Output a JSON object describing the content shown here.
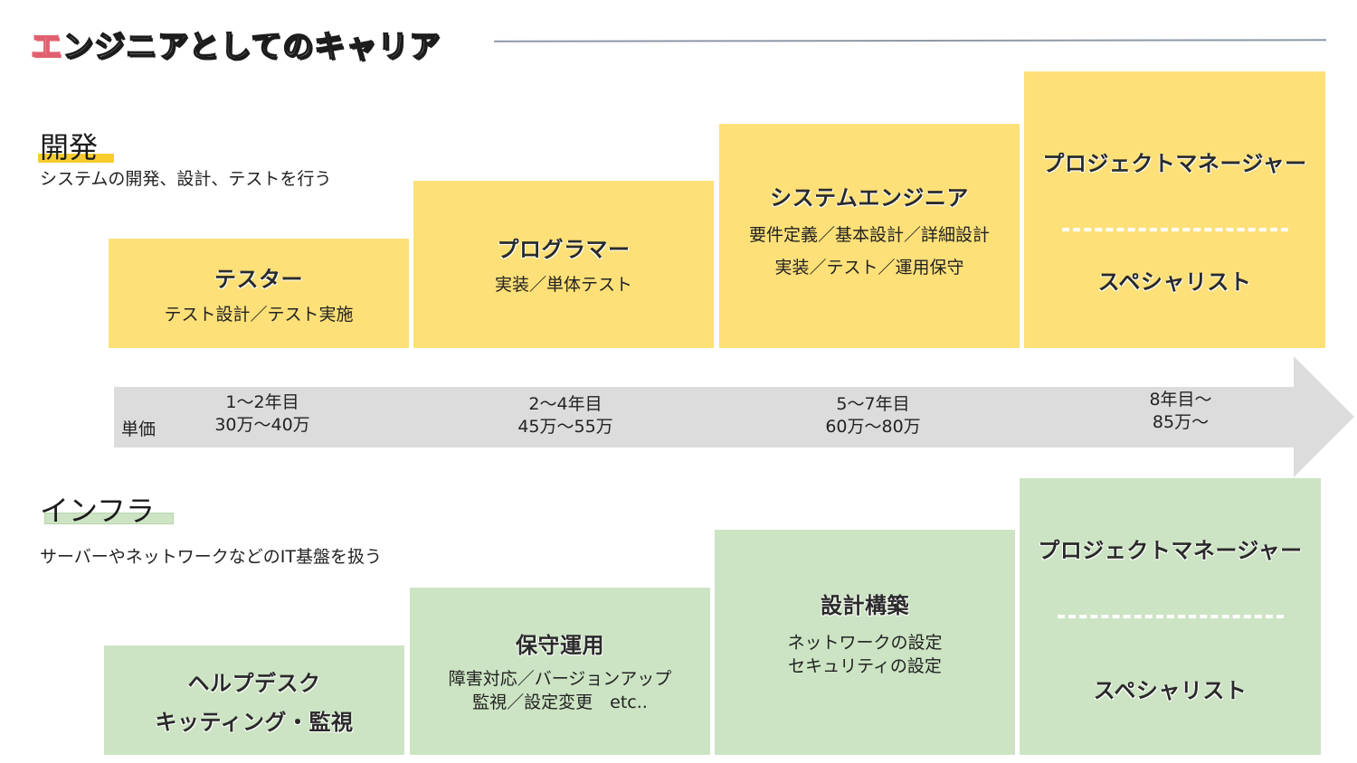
{
  "title": {
    "first_char": "エ",
    "rest": "ンジニアとしてのキャリア"
  },
  "colors": {
    "dev_box": "#fde078",
    "infra_box": "#cce4c3",
    "timeline_arrow": "#dcdcdc",
    "title_accent": "#e06070"
  },
  "dev": {
    "heading": "開発",
    "description": "システムの開発、設計、テストを行う",
    "stages": [
      {
        "role": "テスター",
        "tasks": [
          "テスト設計／テスト実施"
        ]
      },
      {
        "role": "プログラマー",
        "tasks": [
          "実装／単体テスト"
        ]
      },
      {
        "role": "システムエンジニア",
        "tasks": [
          "要件定義／基本設計／詳細設計",
          "実装／テスト／運用保守"
        ]
      },
      {
        "role_top": "プロジェクトマネージャー",
        "role_bottom": "スペシャリスト"
      }
    ]
  },
  "timeline": {
    "price_label": "単価",
    "steps": [
      {
        "years": "1～2年目",
        "price": "30万～40万"
      },
      {
        "years": "2～4年目",
        "price": "45万～55万"
      },
      {
        "years": "5～7年目",
        "price": "60万～80万"
      },
      {
        "years": "8年目～",
        "price": "85万～"
      }
    ]
  },
  "infra": {
    "heading": "インフラ",
    "description": "サーバーやネットワークなどのIT基盤を扱う",
    "stages": [
      {
        "role_lines": [
          "ヘルプデスク",
          "キッティング・監視"
        ]
      },
      {
        "role": "保守運用",
        "tasks": [
          "障害対応／バージョンアップ",
          "監視／設定変更　etc.."
        ]
      },
      {
        "role": "設計構築",
        "tasks": [
          "ネットワークの設定",
          "セキュリティの設定"
        ]
      },
      {
        "role_top": "プロジェクトマネージャー",
        "role_bottom": "スペシャリスト"
      }
    ]
  }
}
